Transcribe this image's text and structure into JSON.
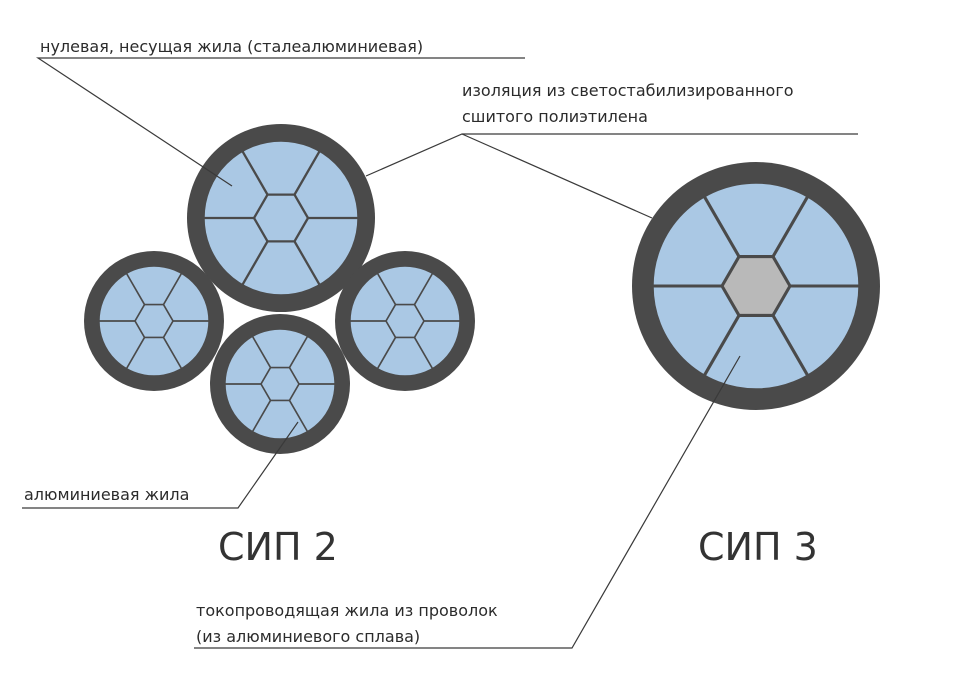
{
  "labels": {
    "neutral_core": "нулевая, несущая жила (сталеалюминиевая)",
    "insulation_line1": "изоляция из светостабилизированного",
    "insulation_line2": "сшитого полиэтилена",
    "aluminum_core": "алюминиевая жила",
    "conductor_line1": "токопроводящая жила из проволок",
    "conductor_line2": "(из алюминиевого сплава)"
  },
  "titles": {
    "sip2": "СИП 2",
    "sip3": "СИП 3"
  },
  "colors": {
    "insulation": "#4a4a4a",
    "wire": "#aac8e4",
    "wire_stroke": "#4a4a4a",
    "steel_core": "#b9b9b9"
  }
}
